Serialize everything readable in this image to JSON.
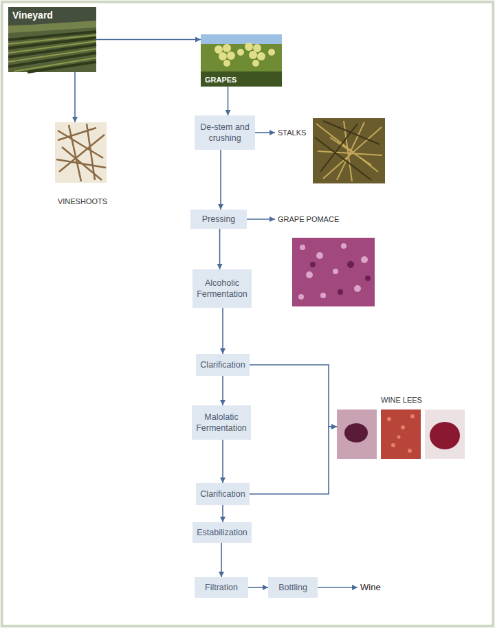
{
  "diagram": {
    "nodes": [
      {
        "text": [
          "Vineyard"
        ]
      },
      {
        "text": [
          "GRAPES"
        ]
      },
      {
        "text": [
          "VINESHOOTS"
        ]
      },
      {
        "text": [
          "De-stem and crushing"
        ]
      },
      {
        "text": [
          "STALKS"
        ]
      },
      {
        "text": [
          "Pressing"
        ]
      },
      {
        "text": [
          "GRAPE POMACE"
        ]
      },
      {
        "text": [
          "Alcoholic Fermentation"
        ]
      },
      {
        "text": [
          "Clarification"
        ]
      },
      {
        "text": [
          "WINE LEES"
        ]
      },
      {
        "text": [
          "Malolatic Fermentation"
        ]
      },
      {
        "text": [
          "Clarification"
        ]
      },
      {
        "text": [
          "Estabilization"
        ]
      },
      {
        "text": [
          "Filtration"
        ]
      },
      {
        "text": [
          "Bottling"
        ]
      },
      {
        "text": [
          "Wine"
        ]
      }
    ],
    "edges": [
      {
        "from": 0,
        "to": 1,
        "arrow": "to"
      },
      {
        "from": 0,
        "to": 2,
        "arrow": "to"
      },
      {
        "from": 1,
        "to": 3,
        "arrow": "to"
      },
      {
        "from": 3,
        "to": 4,
        "arrow": "to"
      },
      {
        "from": 3,
        "to": 5,
        "arrow": "to"
      },
      {
        "from": 5,
        "to": 6,
        "arrow": "to"
      },
      {
        "from": 5,
        "to": 7,
        "arrow": "to"
      },
      {
        "from": 7,
        "to": 8,
        "arrow": "to"
      },
      {
        "from": 8,
        "to": 9,
        "arrow": "to"
      },
      {
        "from": 8,
        "to": 10,
        "arrow": "to"
      },
      {
        "from": 10,
        "to": 11,
        "arrow": "to"
      },
      {
        "from": 11,
        "to": 9,
        "arrow": "to"
      },
      {
        "from": 11,
        "to": 12,
        "arrow": "to"
      },
      {
        "from": 12,
        "to": 13,
        "arrow": "to"
      },
      {
        "from": 13,
        "to": 14,
        "arrow": "to"
      },
      {
        "from": 14,
        "to": 15,
        "arrow": "to"
      }
    ]
  }
}
